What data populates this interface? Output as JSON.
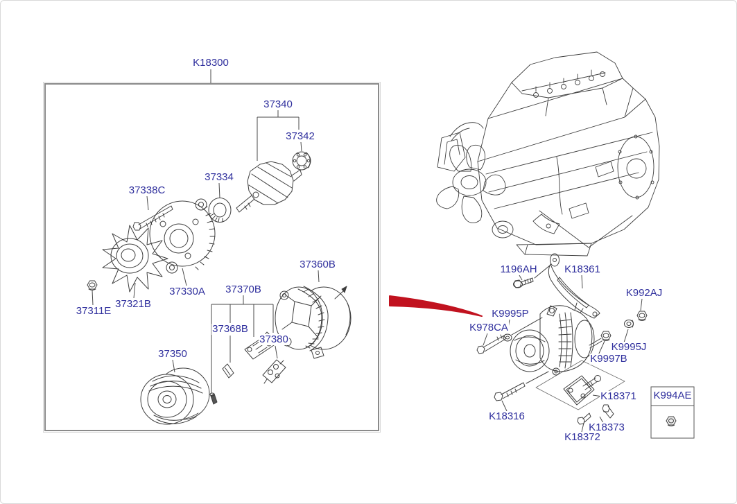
{
  "colors": {
    "label_text": "#2f2f9d",
    "line_art": "#3d3d3d",
    "leader_line": "#4a4a4a",
    "box_border": "#8a8a8a",
    "arrow_red": "#c1121f"
  },
  "assembly_box": {
    "code": "K18300"
  },
  "exploded_parts": [
    {
      "code": "37340"
    },
    {
      "code": "37342"
    },
    {
      "code": "37334"
    },
    {
      "code": "37338C"
    },
    {
      "code": "37330A"
    },
    {
      "code": "37321B"
    },
    {
      "code": "37311E"
    },
    {
      "code": "37350"
    },
    {
      "code": "37370B"
    },
    {
      "code": "37368B"
    },
    {
      "code": "37380"
    },
    {
      "code": "37360B"
    }
  ],
  "installation_parts": [
    {
      "code": "1196AH"
    },
    {
      "code": "K18361"
    },
    {
      "code": "K992AJ"
    },
    {
      "code": "K9995P"
    },
    {
      "code": "K978CA"
    },
    {
      "code": "K9995J"
    },
    {
      "code": "K9997B"
    },
    {
      "code": "K18371"
    },
    {
      "code": "K18316"
    },
    {
      "code": "K18372"
    },
    {
      "code": "K18373"
    }
  ],
  "inset_box": {
    "code": "K994AE"
  }
}
